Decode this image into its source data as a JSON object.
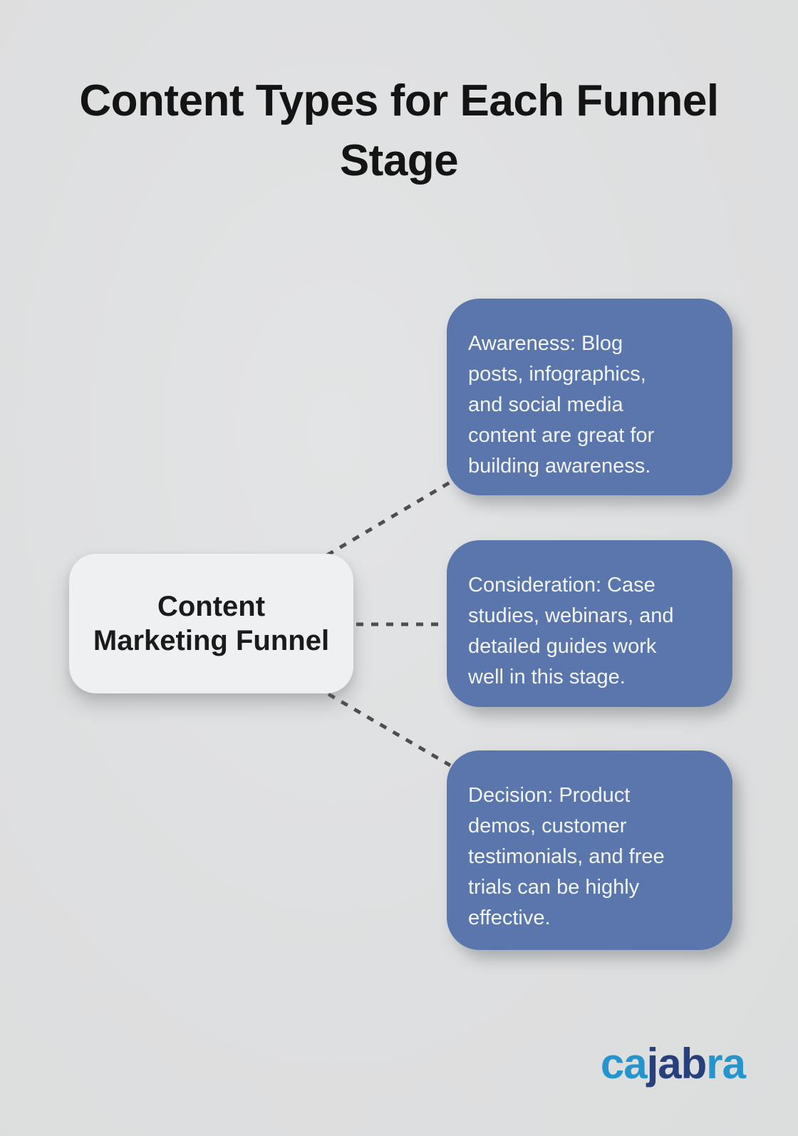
{
  "page": {
    "title": "Content Types for Each Funnel\nStage",
    "background_color": "#dfe0e1"
  },
  "diagram": {
    "center_node": {
      "label": "Content\nMarketing Funnel",
      "fill_color": "#eef0f2",
      "text_color": "#1b1b1b"
    },
    "connector_style": "dashed",
    "connector_color": "#4e4e4e",
    "card_color": "#5b76ad",
    "card_text_color": "#f2f4f8",
    "stages": [
      {
        "name": "Awareness",
        "text": "Awareness: Blog\nposts, infographics,\nand social media\ncontent are great for\nbuilding awareness."
      },
      {
        "name": "Consideration",
        "text": "Consideration: Case\nstudies, webinars, and\ndetailed guides work\nwell in this stage."
      },
      {
        "name": "Decision",
        "text": "Decision: Product\ndemos, customer\ntestimonials, and free\ntrials can be highly\neffective."
      }
    ]
  },
  "branding": {
    "logo_text": "cajabra",
    "logo_light_blue": "#2795cd",
    "logo_dark_blue": "#27407b",
    "logo_segments": [
      {
        "text": "ca",
        "color": "#2795cd"
      },
      {
        "text": "jab",
        "color": "#27407b"
      },
      {
        "text": "ra",
        "color": "#2795cd"
      }
    ]
  }
}
